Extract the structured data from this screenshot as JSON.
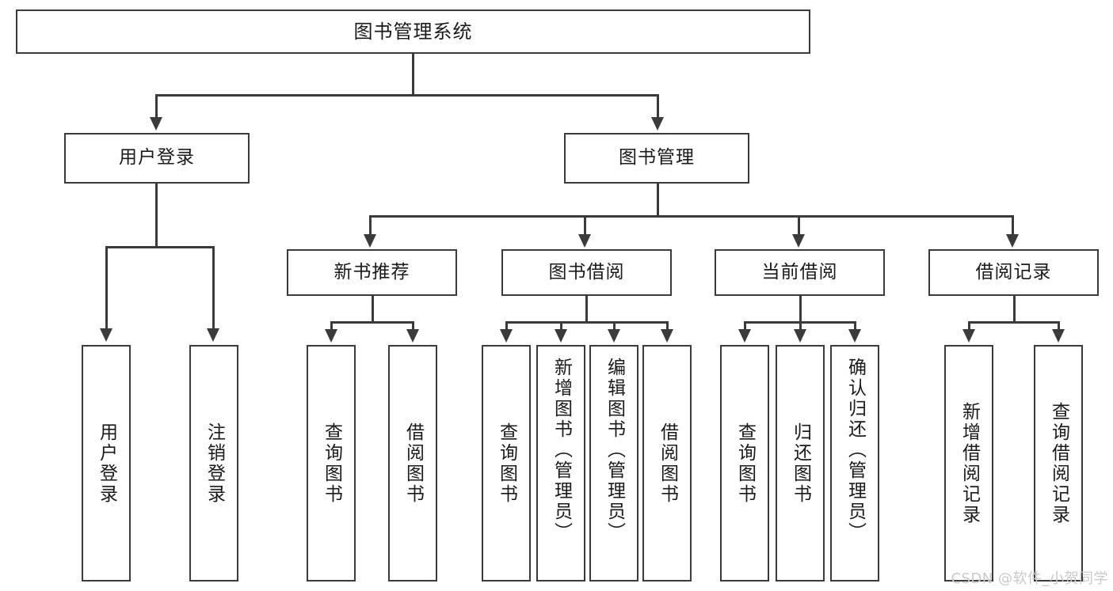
{
  "diagram": {
    "type": "tree-hierarchy-diagram",
    "root": {
      "label": "图书管理系统"
    },
    "level2": [
      {
        "label": "用户登录"
      },
      {
        "label": "图书管理"
      }
    ],
    "level3": [
      {
        "label": "新书推荐"
      },
      {
        "label": "图书借阅"
      },
      {
        "label": "当前借阅"
      },
      {
        "label": "借阅记录"
      }
    ],
    "leaves": {
      "user_login": [
        {
          "label": "用户登录"
        },
        {
          "label": "注销登录"
        }
      ],
      "new_book_recommend": [
        {
          "label": "查询图书"
        },
        {
          "label": "借阅图书"
        }
      ],
      "book_borrow": [
        {
          "label": "查询图书"
        },
        {
          "label": "新增图书（管理员）"
        },
        {
          "label": "编辑图书（管理员）"
        },
        {
          "label": "借阅图书"
        }
      ],
      "current_borrow": [
        {
          "label": "查询图书"
        },
        {
          "label": "归还图书"
        },
        {
          "label": "确认归还（管理员）"
        }
      ],
      "borrow_record": [
        {
          "label": "新增借阅记录"
        },
        {
          "label": "查询借阅记录"
        }
      ]
    }
  },
  "watermark": {
    "text": "CSDN @软件_小贺同学"
  },
  "colors": {
    "stroke": "#3b3b3b",
    "fill": "#ffffff",
    "text": "#1a1a1a",
    "watermark": "#c9c9c9"
  }
}
